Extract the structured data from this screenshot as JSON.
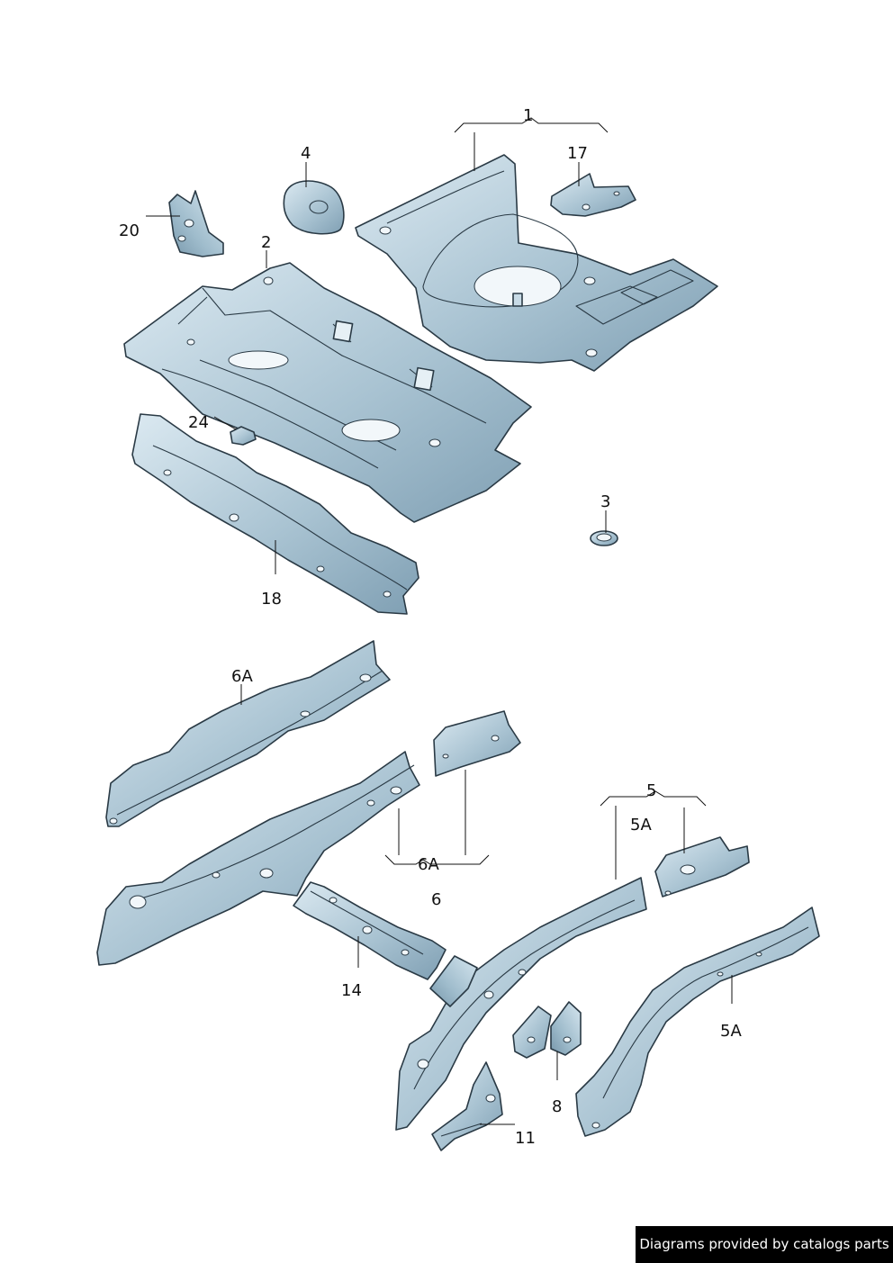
{
  "labels": {
    "p1": "1",
    "p2": "2",
    "p3": "3",
    "p4": "4",
    "p5": "5",
    "p5a_top": "5A",
    "p5a_bottom": "5A",
    "p6": "6",
    "p6a_top": "6A",
    "p6a_mid": "6A",
    "p8": "8",
    "p11": "11",
    "p14": "14",
    "p17": "17",
    "p18": "18",
    "p20": "20",
    "p24": "24"
  },
  "credit": "Diagrams provided by catalogs parts",
  "colors": {
    "part_fill": "#a9c3d2",
    "part_light": "#d6e6ef",
    "part_shadow": "#7f9fb3",
    "outline": "#2a3a45"
  }
}
